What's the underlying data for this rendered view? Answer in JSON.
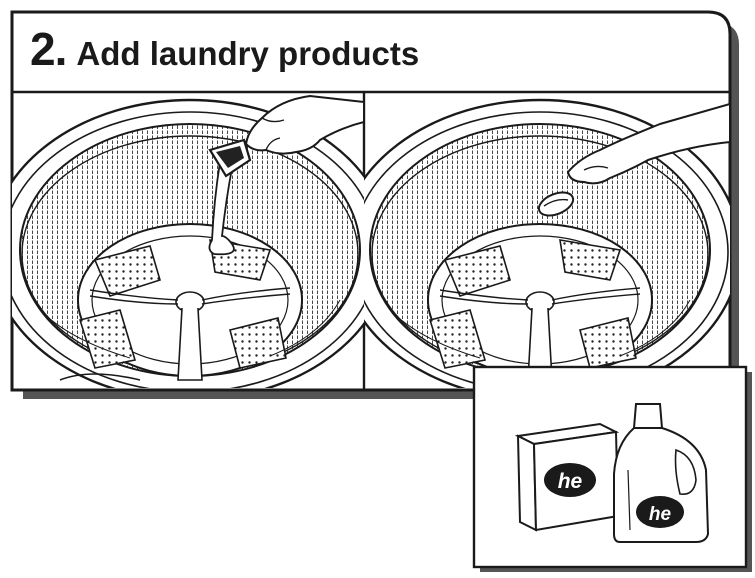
{
  "header": {
    "step_number": "2.",
    "title": "Add laundry products"
  },
  "panels": {
    "left": {
      "action": "pouring liquid product into washer basket"
    },
    "right": {
      "action": "placing single-dose pod into washer basket"
    },
    "inset": {
      "box_logo": "he",
      "bottle_logo": "he"
    }
  },
  "colors": {
    "ink": "#1a1a1a",
    "paper": "#ffffff",
    "shadow": "#555555"
  }
}
